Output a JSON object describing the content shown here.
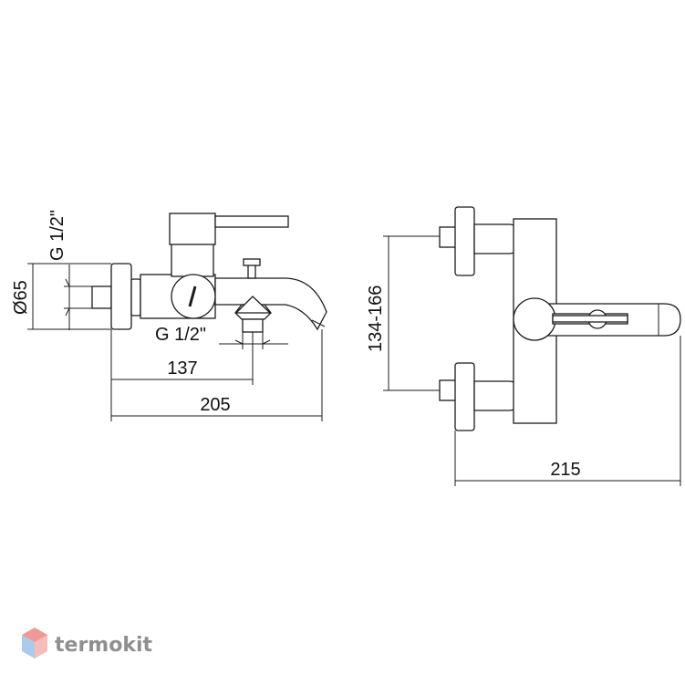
{
  "side_view": {
    "thread_vertical_label": "G 1/2\"",
    "diameter_label": "Ø65",
    "thread_horizontal_label": "G 1/2\"",
    "dim_outlet": "137",
    "dim_total_length": "205"
  },
  "front_view": {
    "dim_spacing": "134-166",
    "dim_total_width": "215"
  },
  "watermark": {
    "text": "termokit"
  },
  "colors": {
    "line": "#1b1b1b",
    "watermark_text": "#8f8f8f",
    "logo_red": "#e4463b",
    "logo_blue": "#3f8fd8"
  }
}
